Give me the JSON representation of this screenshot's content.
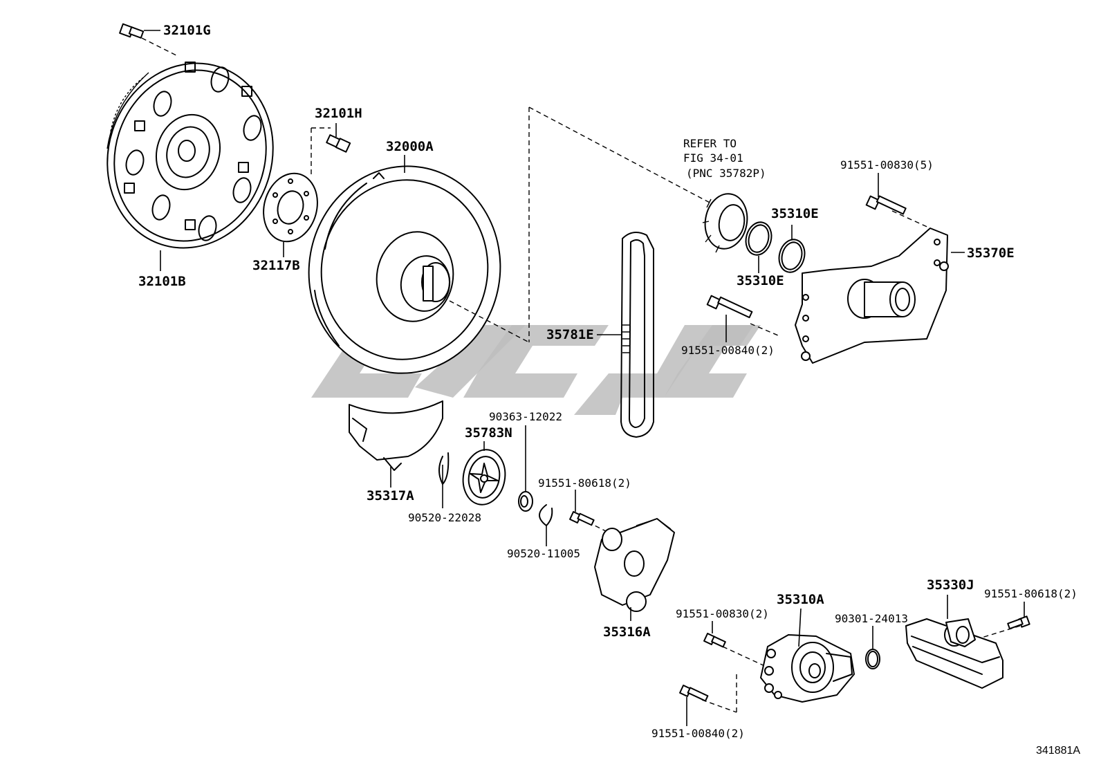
{
  "diagram_id": "341881A",
  "refer": {
    "line1": "REFER TO",
    "line2": "FIG 34-01",
    "line3": "(PNC 35782P)"
  },
  "labels": {
    "p32101G": "32101G",
    "p32101B": "32101B",
    "p32101H": "32101H",
    "p32117B": "32117B",
    "p32000A": "32000A",
    "p35310E_top": "35310E",
    "p35310E_bottom": "35310E",
    "p91551_00830_5": "91551-00830(5)",
    "p35370E": "35370E",
    "p35781E": "35781E",
    "p91551_00840_2_upper": "91551-00840(2)",
    "p90363_12022": "90363-12022",
    "p35783N": "35783N",
    "p35317A": "35317A",
    "p90520_22028": "90520-22028",
    "p91551_80618_2_mid": "91551-80618(2)",
    "p90520_11005": "90520-11005",
    "p35316A": "35316A",
    "p35310A": "35310A",
    "p91551_00830_2": "91551-00830(2)",
    "p90301_24013": "90301-24013",
    "p35330J": "35330J",
    "p91551_80618_2_right": "91551-80618(2)",
    "p91551_00840_2_lower": "91551-00840(2)"
  },
  "watermark": {
    "color": "#bdbdbd"
  }
}
